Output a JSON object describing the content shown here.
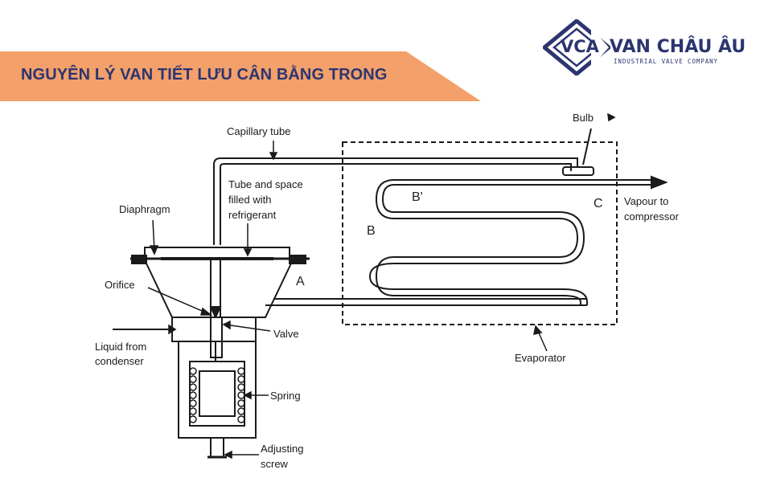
{
  "banner": {
    "title": "NGUYÊN LÝ VAN TIẾT LƯU CÂN BẰNG TRONG",
    "colors": {
      "fill": "#f3a06a",
      "text": "#2c3570"
    }
  },
  "logo": {
    "mark_text": "VCA",
    "name": "VAN CHÂU ÂU",
    "subtitle": "INDUSTRIAL VALVE COMPANY",
    "colors": {
      "primary": "#2c3570",
      "accent": "#f08a3c"
    }
  },
  "diagram": {
    "labels": {
      "capillary_tube": "Capillary tube",
      "bulb": "Bulb",
      "tube_space_1": "Tube and space",
      "tube_space_2": "filled with",
      "tube_space_3": "refrigerant",
      "diaphragm": "Diaphragm",
      "orifice": "Orifice",
      "valve": "Valve",
      "liquid_1": "Liquid from",
      "liquid_2": "condenser",
      "spring": "Spring",
      "adjusting_1": "Adjusting",
      "adjusting_2": "screw",
      "evaporator": "Evaporator",
      "vapour_1": "Vapour to",
      "vapour_2": "compressor",
      "point_a": "A",
      "point_b": "B",
      "point_b_prime": "B'",
      "point_c": "C"
    }
  }
}
